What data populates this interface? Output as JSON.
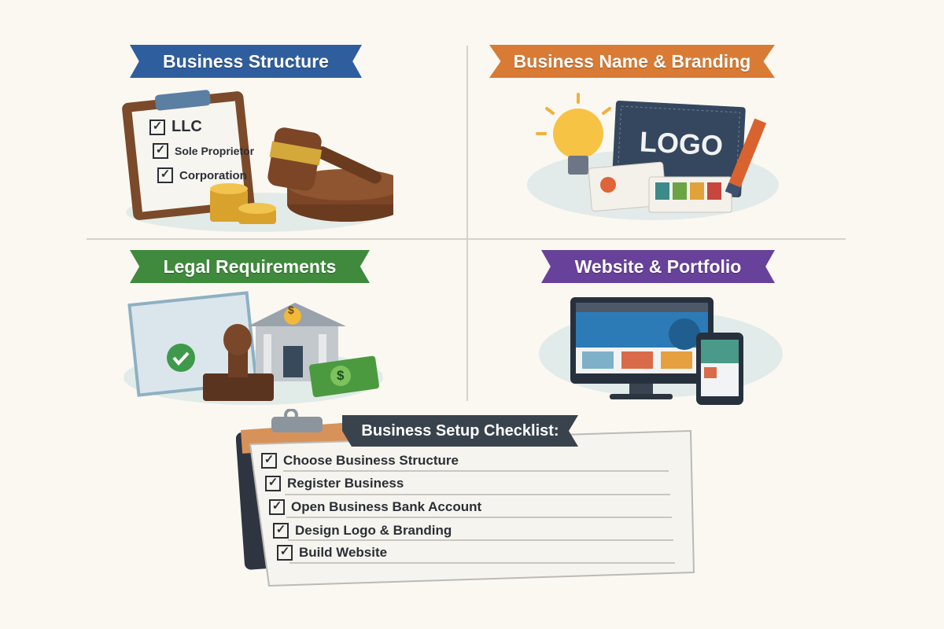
{
  "quadrants": [
    {
      "title": "Business Structure",
      "color": "#2f5e9e",
      "clipboard_items": [
        "LLC",
        "Sole Proprietor",
        "Corporation"
      ]
    },
    {
      "title": "Business Name & Branding",
      "color": "#d97b34",
      "logo_text": "LOGO"
    },
    {
      "title": "Legal Requirements",
      "color": "#3f8a3c",
      "bank_symbol": "$",
      "cash_symbol": "$"
    },
    {
      "title": "Website & Portfolio",
      "color": "#67419a"
    }
  ],
  "checklist": {
    "title": "Business Setup Checklist:",
    "items": [
      "Choose Business Structure",
      "Register Business",
      "Open Business Bank Account",
      "Design Logo & Branding",
      "Build Website"
    ],
    "check_glyph": "✓"
  }
}
